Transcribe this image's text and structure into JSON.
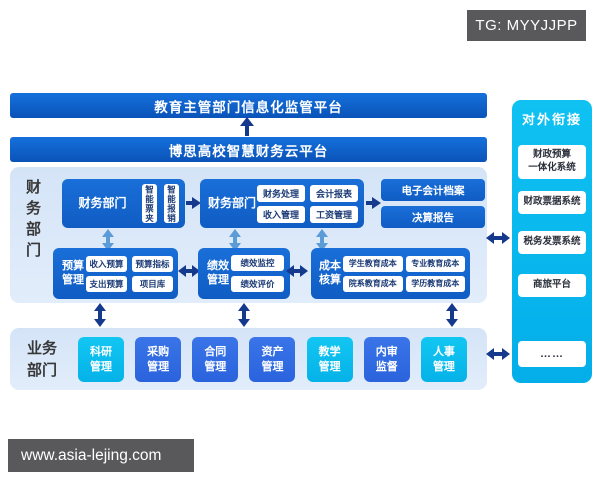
{
  "badge": {
    "label": "TG: MYYJJPP"
  },
  "watermark": {
    "label": "www.asia-lejing.com"
  },
  "top_bars": {
    "regulator": "教育主管部门信息化监管平台",
    "platform": "博思高校智慧财务云平台"
  },
  "finance": {
    "section_label": "财务部门",
    "dept_box1": {
      "title": "财务部门",
      "chips": [
        "智能票夹",
        "智能报销"
      ]
    },
    "dept_box2": {
      "title": "财务部门",
      "chips": [
        "财务处理",
        "会计报表",
        "收入管理",
        "工资管理"
      ]
    },
    "output_boxes": [
      "电子会计档案",
      "决算报告"
    ],
    "budget": {
      "title": "预算管理",
      "chips": [
        "收入预算",
        "预算指标",
        "支出预算",
        "项目库"
      ]
    },
    "performance": {
      "title": "绩效管理",
      "chips": [
        "绩效监控",
        "绩效评价"
      ]
    },
    "cost": {
      "title": "成本核算",
      "chips": [
        "学生教育成本",
        "专业教育成本",
        "院系教育成本",
        "学历教育成本"
      ]
    }
  },
  "business": {
    "section_label": "业务部门",
    "items": [
      {
        "label": "科研管理",
        "color": "cyan"
      },
      {
        "label": "采购管理",
        "color": "blue"
      },
      {
        "label": "合同管理",
        "color": "blue"
      },
      {
        "label": "资产管理",
        "color": "blue"
      },
      {
        "label": "教学管理",
        "color": "cyan"
      },
      {
        "label": "内审监督",
        "color": "blue"
      },
      {
        "label": "人事管理",
        "color": "cyan"
      }
    ]
  },
  "external": {
    "title": "对外衔接",
    "items": [
      {
        "lines": [
          "财政预算",
          "一体化系统"
        ]
      },
      {
        "lines": [
          "财政票据系统"
        ]
      },
      {
        "lines": [
          "税务发票系统"
        ]
      },
      {
        "lines": [
          "商旅平台"
        ]
      },
      {
        "lines": [
          "……"
        ]
      }
    ]
  },
  "colors": {
    "bar_blue": "#0e5ec6",
    "box_blue": "#1366d0",
    "business_blue": "#2f6de4",
    "cyan": "#0bbfee",
    "panel_light": "#d9e7f8",
    "arrow_dark": "#15398c",
    "arrow_light": "#5b9bd8",
    "badge_gray": "#59595b",
    "chip_text": "#1b3a75"
  }
}
